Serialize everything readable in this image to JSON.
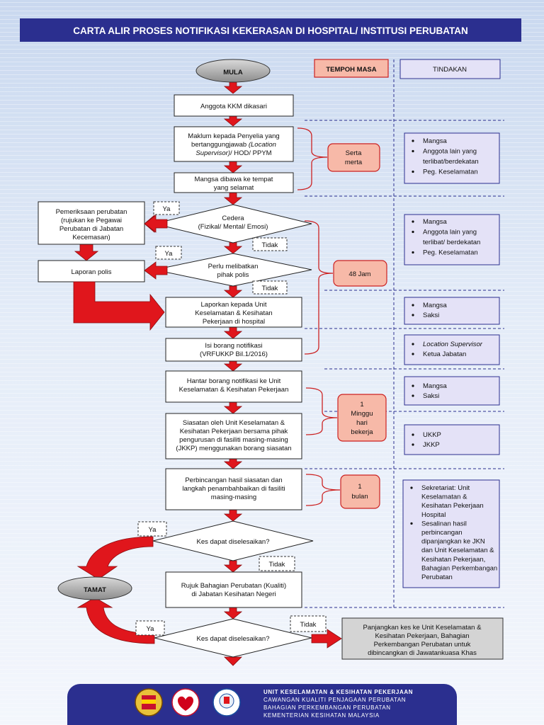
{
  "title": "CARTA ALIR PROSES NOTIFIKASI KEKERASAN DI HOSPITAL/ INSTITUSI PERUBATAN",
  "columns": {
    "tempoh": "TEMPOH MASA",
    "tindakan": "TINDAKAN"
  },
  "terminals": {
    "start": "MULA",
    "end": "TAMAT"
  },
  "steps": {
    "s1": "Anggota KKM dikasari",
    "s2": {
      "l1": "Maklum kepada Penyelia yang",
      "l2a": "bertanggungjawab ",
      "l2b": "(Location",
      "l3a": "Supervisor)",
      "l3b": "/ HOD/ PPYM"
    },
    "s3": {
      "l1": "Mangsa dibawa ke tempat",
      "l2": "yang selamat"
    },
    "d1": {
      "l1": "Cedera",
      "l2": "(Fizikal/ Mental/ Emosi)"
    },
    "side1": {
      "l1": "Pemeriksaan perubatan",
      "l2": "(rujukan ke Pegawai",
      "l3": "Perubatan di Jabatan",
      "l4": "Kecemasan)"
    },
    "d2": {
      "l1": "Perlu melibatkan",
      "l2": "pihak polis"
    },
    "side2": "Laporan polis",
    "s4": {
      "l1": "Laporkan kepada Unit",
      "l2": "Keselamatan & Kesihatan",
      "l3": "Pekerjaan di hospital"
    },
    "s5": {
      "l1": "Isi borang notifikasi",
      "l2": "(VRFUKKP Bil.1/2016)"
    },
    "s6": {
      "l1": "Hantar borang notifikasi ke Unit",
      "l2": "Keselamatan & Kesihatan Pekerjaan"
    },
    "s7": {
      "l1": "Siasatan oleh Unit Keselamatan &",
      "l2": "Kesihatan Pekerjaan  bersama pihak",
      "l3": "pengurusan di fasiliti masing-masing",
      "l4": "(JKKP) menggunakan borang siasatan"
    },
    "s8": {
      "l1": "Perbincangan hasil siasatan dan",
      "l2": "langkah penambahbaikan di fasiliti",
      "l3": "masing-masing"
    },
    "d3": "Kes dapat diselesaikan?",
    "s9": {
      "l1": "Rujuk Bahagian Perubatan (Kualiti)",
      "l2": "di Jabatan Kesihatan Negeri"
    },
    "d4": "Kes dapat diselesaikan?",
    "final": {
      "l1": "Panjangkan kes ke Unit Keselamatan &",
      "l2": "Kesihatan Pekerjaan, Bahagian",
      "l3": "Perkembangan Perubatan untuk",
      "l4": "dibincangkan di Jawatankuasa Khas"
    }
  },
  "branches": {
    "ya1": "Ya",
    "tidak1": "Tidak",
    "ya2": "Ya",
    "tidak2": "Tidak",
    "ya3": "Ya",
    "tidak3": "Tidak",
    "ya4": "Ya",
    "tidak4": "Tidak"
  },
  "durations": {
    "t1": {
      "l1": "Serta",
      "l2": "merta"
    },
    "t2": "48  Jam",
    "t3": {
      "l1": "1",
      "l2": "Minggu",
      "l3": "hari",
      "l4": "bekerja"
    },
    "t4": {
      "l1": "1",
      "l2": "bulan"
    }
  },
  "actions": {
    "a1": [
      "Mangsa",
      "Anggota lain yang",
      "terlibat/berdekatan",
      "Peg. Keselamatan"
    ],
    "a2": [
      "Mangsa",
      "Anggota lain yang",
      "terlibat/ berdekatan",
      "Peg. Keselamatan"
    ],
    "a3": [
      "Mangsa",
      "Saksi"
    ],
    "a4": [
      "Location Supervisor",
      "Ketua Jabatan"
    ],
    "a5": [
      "Mangsa",
      "Saksi"
    ],
    "a6": [
      "UKKP",
      "JKKP"
    ],
    "a7": [
      "Sekretariat: Unit",
      "Keselamatan &",
      "Kesihatan Pekerjaan",
      "Hospital",
      "Sesalinan hasil",
      "perbincangan",
      "dipanjangkan ke JKN",
      "dan  Unit Keselamatan &",
      "Kesihatan Pekerjaan,",
      "Bahagian Perkembangan",
      "Perubatan"
    ]
  },
  "footer": {
    "l1": "UNIT KESELAMATAN & KESIHATAN PEKERJAAN",
    "l2": "CAWANGAN KUALITI PENJAGAAN PERUBATAN",
    "l3": "BAHAGIAN PERKEMBANGAN PERUBATAN",
    "l4": "KEMENTERIAN KESIHATAN MALAYSIA"
  },
  "colors": {
    "header": "#2b2f8f",
    "arrow": "#e0161c",
    "duration": "#f7b9a8",
    "action": "#e4e2f7",
    "final": "#d4d4d4",
    "terminal": "#a6a6a6"
  }
}
